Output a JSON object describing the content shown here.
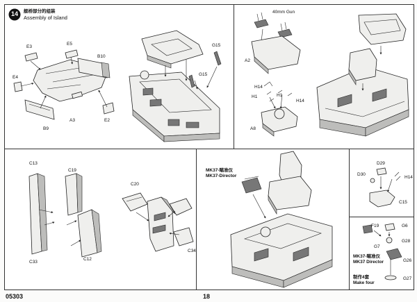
{
  "step": {
    "number": "14",
    "title_cn": "舰桥部分的组装",
    "title_en": "Assembly of Island"
  },
  "panel1": {
    "labels": [
      "E3",
      "E5",
      "B10",
      "E4",
      "A3",
      "E2",
      "B9",
      "G15",
      "G15"
    ]
  },
  "panel2": {
    "labels": [
      "40mm Gun",
      "A2",
      "H14",
      "H1",
      "H1",
      "H14",
      "A8"
    ]
  },
  "panel3": {
    "labels": [
      "C13",
      "C19",
      "C20",
      "C33",
      "C12",
      "C34"
    ]
  },
  "panel4": {
    "labels": [
      "MK37-瞄准仪",
      "MK37-Director"
    ]
  },
  "panel5": {
    "labels": [
      "D29",
      "D30",
      "H14",
      "C15"
    ]
  },
  "panel6": {
    "labels": [
      "F19",
      "G6",
      "G7",
      "G28",
      "MK37-瞄准仪",
      "MK37 Director",
      "G26",
      "制作4套",
      "Make four",
      "G27"
    ]
  },
  "footer": {
    "code": "05303",
    "page": "18"
  }
}
